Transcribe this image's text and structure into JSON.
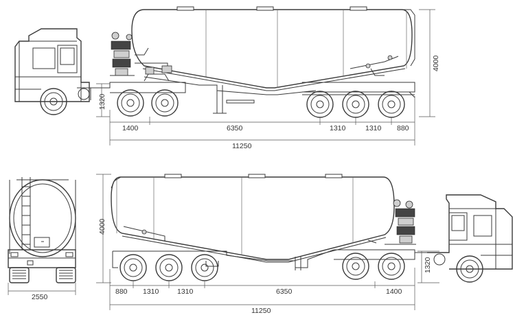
{
  "top_view_dimensions": {
    "front_overhang": "1400",
    "wheelbase": "6350",
    "axle_spacing_1": "1310",
    "axle_spacing_2": "1310",
    "rear_overhang": "880",
    "total_length": "11250",
    "height": "4000",
    "kingpin_height": "1320"
  },
  "bottom_view_dimensions": {
    "rear_overhang": "880",
    "axle_spacing_1": "1310",
    "axle_spacing_2": "1310",
    "wheelbase": "6350",
    "front_overhang": "1400",
    "total_length": "11250",
    "height": "4000",
    "kingpin_height": "1320"
  },
  "rear_view_dimensions": {
    "width": "2550"
  }
}
